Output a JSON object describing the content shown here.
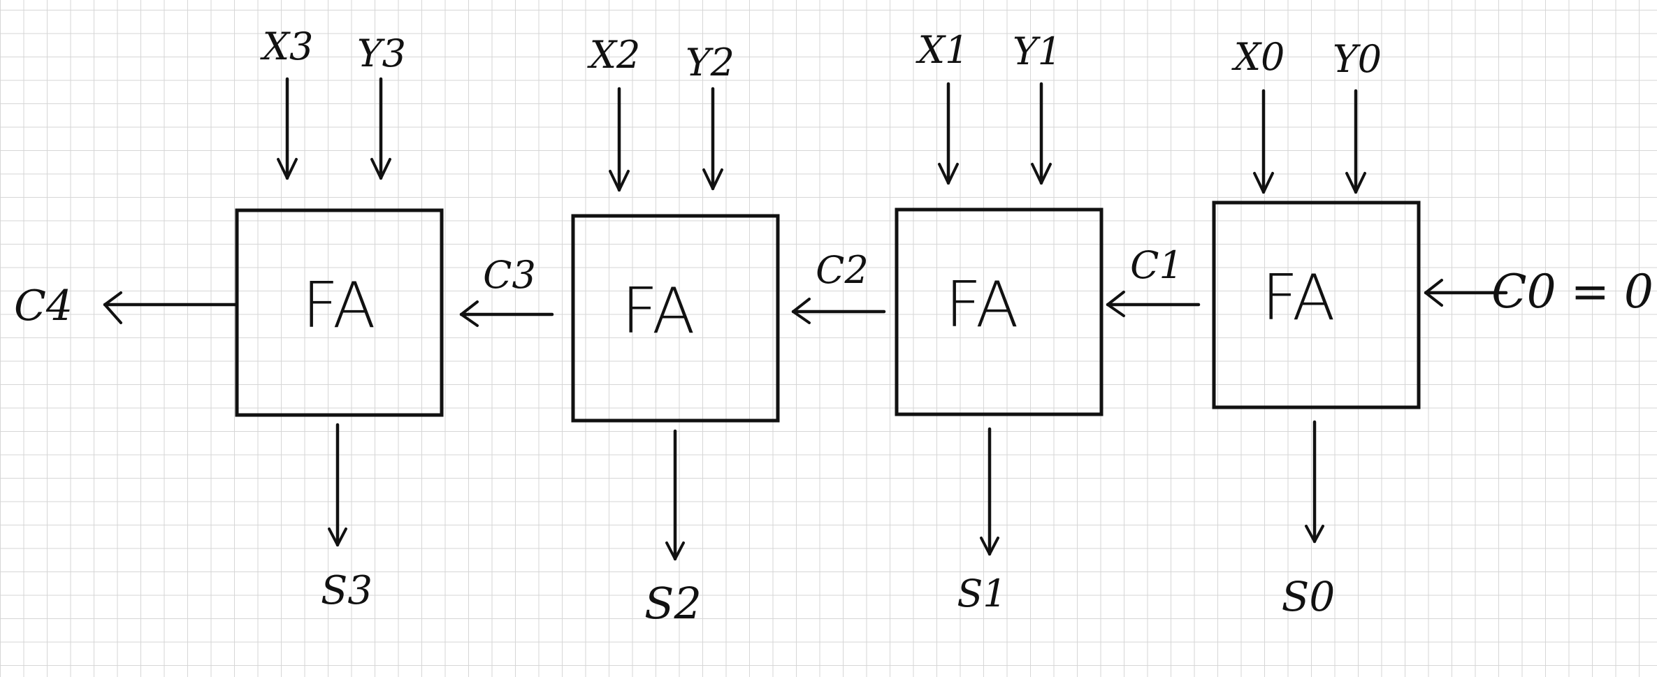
{
  "block_label": "FA",
  "stages": [
    {
      "x_input": "X3",
      "y_input": "Y3",
      "sum": "S3"
    },
    {
      "x_input": "X2",
      "y_input": "Y2",
      "sum": "S2"
    },
    {
      "x_input": "X1",
      "y_input": "Y1",
      "sum": "S1"
    },
    {
      "x_input": "X0",
      "y_input": "Y0",
      "sum": "S0"
    }
  ],
  "carries": {
    "c4": "C4",
    "c3": "C3",
    "c2": "C2",
    "c1": "C1",
    "c0": "C0 = 0"
  }
}
